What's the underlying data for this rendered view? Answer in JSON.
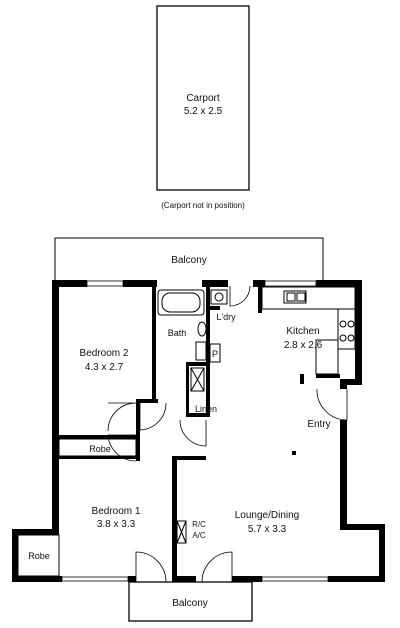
{
  "carport": {
    "name": "Carport",
    "size": "5.2 x 2.5",
    "note": "(Carport not in position)"
  },
  "balcony_top": {
    "name": "Balcony"
  },
  "balcony_bottom": {
    "name": "Balcony"
  },
  "rooms": {
    "bedroom2": {
      "name": "Bedroom 2",
      "size": "4.3 x 2.7"
    },
    "bedroom1": {
      "name": "Bedroom 1",
      "size": "3.8 x 3.3"
    },
    "bath": {
      "name": "Bath"
    },
    "laundry": {
      "name": "L'dry"
    },
    "kitchen": {
      "name": "Kitchen",
      "size": "2.8 x 2.6"
    },
    "pantry": {
      "name": "P"
    },
    "linen": {
      "name": "Linen"
    },
    "entry": {
      "name": "Entry"
    },
    "robe_upper": {
      "name": "Robe"
    },
    "robe_lower": {
      "name": "Robe"
    },
    "lounge": {
      "name": "Lounge/Dining",
      "size": "5.7 x 3.3"
    },
    "ac_top": {
      "name": "R/C"
    },
    "ac_bottom": {
      "name": "A/C"
    }
  }
}
